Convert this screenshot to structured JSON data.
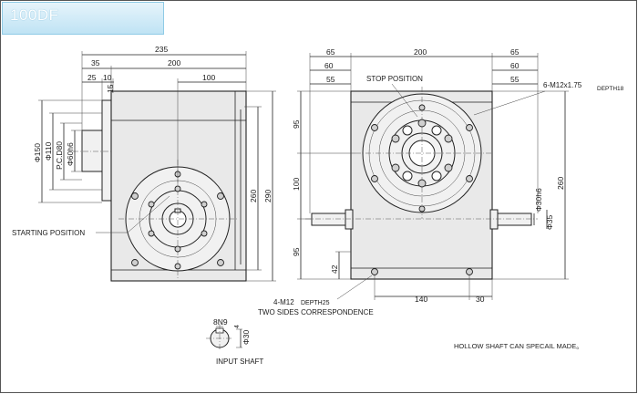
{
  "title": "100DF",
  "left_view": {
    "dims": {
      "overall_width": "235",
      "body_width": "200",
      "offset_35": "35",
      "offset_25": "25",
      "offset_10": "10",
      "depth_100": "100",
      "small_15": "15",
      "height_260": "260",
      "height_290": "290",
      "phi150": "Φ150",
      "phi110": "Φ110",
      "pcd80": "P.C.D80",
      "phi60h6": "Φ60h6"
    },
    "labels": {
      "starting_position": "STARTING POSITION"
    }
  },
  "right_view": {
    "dims": {
      "left_65": "65",
      "left_60": "60",
      "left_55": "55",
      "top_200": "200",
      "right_65": "65",
      "right_60": "60",
      "right_55": "55",
      "v95_top": "95",
      "v100": "100",
      "v95_bot": "95",
      "h42": "42",
      "h140": "140",
      "h30": "30",
      "shaft_phi30h6": "Φ30h6",
      "shaft_phi35": "Φ35",
      "height_260": "260"
    },
    "labels": {
      "stop_position": "STOP POSITION",
      "thread_6": "6-M12x1.75",
      "thread_6_depth": "DEPTH18",
      "thread_4": "4-M12",
      "thread_4_depth": "DEPTH25",
      "two_sides": "TWO SIDES CORRESPONDENCE"
    }
  },
  "input_shaft": {
    "key": "8N9",
    "depth": "4",
    "diameter": "Φ30",
    "label": "INPUT SHAFT"
  },
  "footer_note": "HOLLOW SHAFT CAN SPECAIL MADE。"
}
